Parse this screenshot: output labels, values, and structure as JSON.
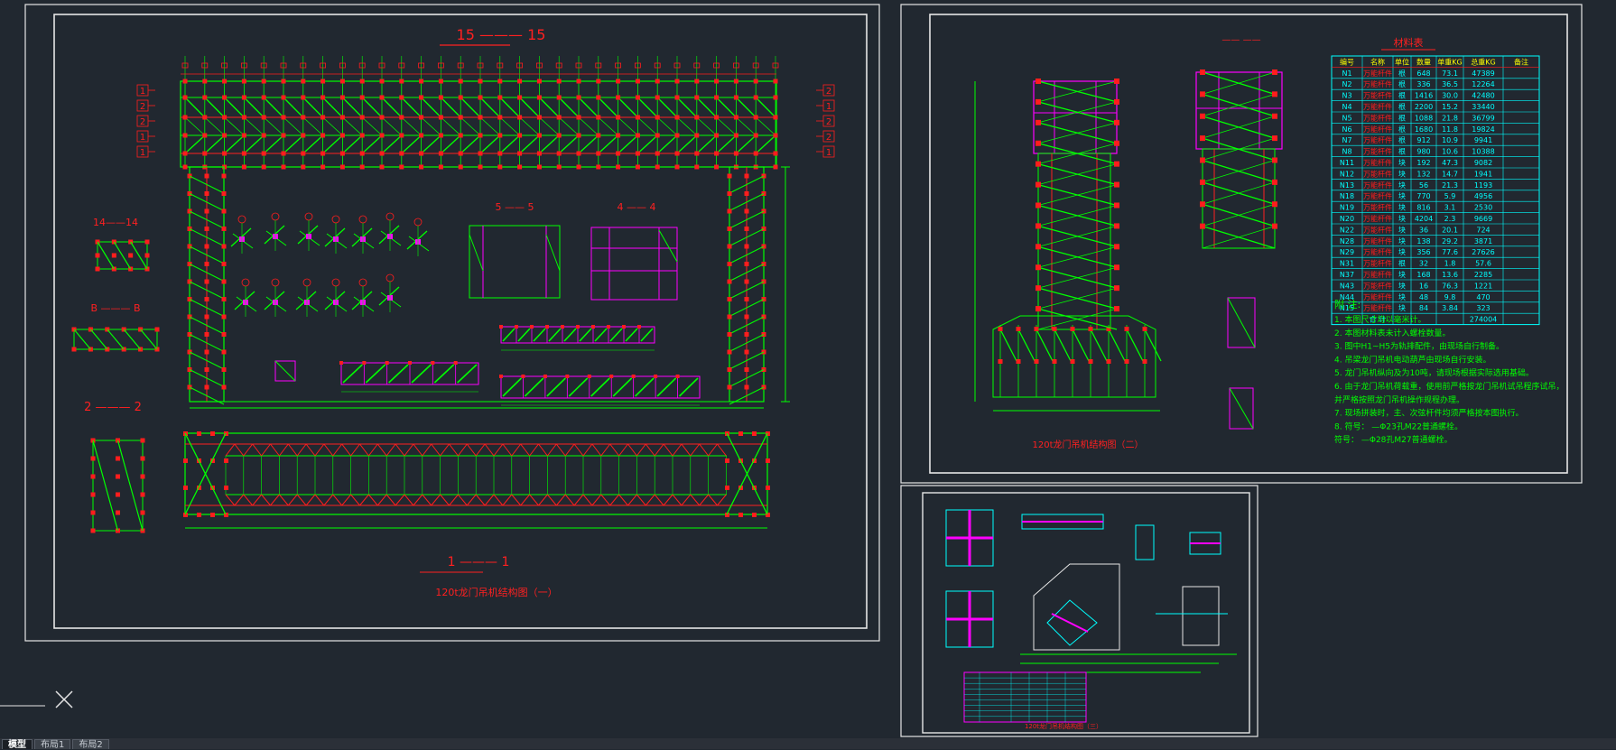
{
  "sheet1": {
    "view_title": "120t龙门吊机结构图（一）",
    "section_15": "15 ——— 15",
    "section_14": "14——14",
    "section_b": "B ——— B",
    "section_2": "2 ——— 2",
    "section_1": "1 ——— 1",
    "row_markers_left": [
      "1",
      "2",
      "2",
      "1",
      "1"
    ],
    "row_markers_right": [
      "2",
      "1",
      "2",
      "2",
      "1"
    ]
  },
  "sheet2": {
    "view_title": "120t龙门吊机结构图（二）",
    "table": {
      "title": "材料表",
      "headers": [
        "编号",
        "名称",
        "单位",
        "数量",
        "单重KG",
        "总重KG",
        "备注"
      ],
      "rows": [
        [
          "N1",
          "万能杆件",
          "根",
          "648",
          "73.1",
          "47389",
          ""
        ],
        [
          "N2",
          "万能杆件",
          "根",
          "336",
          "36.5",
          "12264",
          ""
        ],
        [
          "N3",
          "万能杆件",
          "根",
          "1416",
          "30.0",
          "42480",
          ""
        ],
        [
          "N4",
          "万能杆件",
          "根",
          "2200",
          "15.2",
          "33440",
          ""
        ],
        [
          "N5",
          "万能杆件",
          "根",
          "1088",
          "21.8",
          "36799",
          ""
        ],
        [
          "N6",
          "万能杆件",
          "根",
          "1680",
          "11.8",
          "19824",
          ""
        ],
        [
          "N7",
          "万能杆件",
          "根",
          "912",
          "10.9",
          "9941",
          ""
        ],
        [
          "N8",
          "万能杆件",
          "根",
          "980",
          "10.6",
          "10388",
          ""
        ],
        [
          "N11",
          "万能杆件",
          "块",
          "192",
          "47.3",
          "9082",
          ""
        ],
        [
          "N12",
          "万能杆件",
          "块",
          "132",
          "14.7",
          "1941",
          ""
        ],
        [
          "N13",
          "万能杆件",
          "块",
          "56",
          "21.3",
          "1193",
          ""
        ],
        [
          "N18",
          "万能杆件",
          "块",
          "770",
          "5.9",
          "4956",
          ""
        ],
        [
          "N19",
          "万能杆件",
          "块",
          "816",
          "3.1",
          "2530",
          ""
        ],
        [
          "N20",
          "万能杆件",
          "块",
          "4204",
          "2.3",
          "9669",
          ""
        ],
        [
          "N22",
          "万能杆件",
          "块",
          "36",
          "20.1",
          "724",
          ""
        ],
        [
          "N28",
          "万能杆件",
          "块",
          "138",
          "29.2",
          "3871",
          ""
        ],
        [
          "N29",
          "万能杆件",
          "块",
          "356",
          "77.6",
          "27626",
          ""
        ],
        [
          "N31",
          "万能杆件",
          "根",
          "32",
          "1.8",
          "57.6",
          ""
        ],
        [
          "N37",
          "万能杆件",
          "块",
          "168",
          "13.6",
          "2285",
          ""
        ],
        [
          "N43",
          "万能杆件",
          "块",
          "16",
          "76.3",
          "1221",
          ""
        ],
        [
          "N44",
          "万能杆件",
          "块",
          "48",
          "9.8",
          "470",
          ""
        ],
        [
          "N15",
          "万能杆件",
          "块",
          "84",
          "3.84",
          "323",
          ""
        ]
      ],
      "total_label": "合 计",
      "total_value": "274004"
    },
    "notes_title": "附 注:",
    "notes": [
      "1. 本图尺寸均以毫米计。",
      "2. 本图材料表未计入螺栓数量。",
      "3. 图中H1~H5为轨排配件，由现场自行制备。",
      "4. 吊梁龙门吊机电动葫芦由现场自行安装。",
      "5. 龙门吊机纵向及为10吨，请现场根据实际选用基础。",
      "6. 由于龙门吊机荷载重，使用前严格按龙门吊机试吊程序试吊，",
      "   并严格按照龙门吊机操作规程办理。",
      "7. 现场拼装时，主、次弦杆件均须严格按本图执行。",
      "8. 符号：  —Φ23孔M22普通螺栓。",
      "   符号：  —Φ28孔M27普通螺栓。"
    ]
  },
  "sheet3": {
    "view_title": "120t龙门吊机结构图（三）"
  },
  "layout_tabs": [
    "模型",
    "布局1",
    "布局2"
  ],
  "colors": {
    "background": "#212830",
    "frame": "#e6e6e6",
    "member": "#00ff00",
    "node": "#ff1d1d",
    "bracing": "#ff00ff",
    "table": "#00ffff",
    "text_red": "#ff2020"
  }
}
